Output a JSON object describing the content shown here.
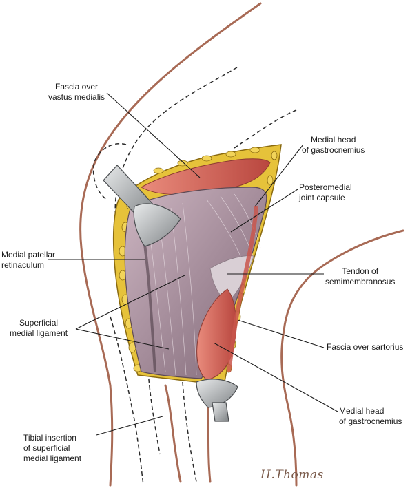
{
  "labels": {
    "fascia_vastus_medialis": [
      "Fascia over",
      "vastus medialis"
    ],
    "medial_head_gastrocnemius_top": [
      "Medial head",
      "of gastrocnemius"
    ],
    "posteromedial_capsule": [
      "Posteromedial",
      "joint capsule"
    ],
    "medial_patellar_retinaculum": [
      "Medial patellar",
      "retinaculum"
    ],
    "tendon_semimembranosus": [
      "Tendon of",
      "semimembranosus"
    ],
    "superficial_medial_ligament": [
      "Superficial",
      "medial ligament"
    ],
    "fascia_sartorius": [
      "Fascia over sartorius"
    ],
    "medial_head_gastrocnemius_bottom": [
      "Medial head",
      "of gastrocnemius"
    ],
    "tibial_insertion": [
      "Tibial insertion",
      "of superficial",
      "medial ligament"
    ]
  },
  "signature": "H.Thomas",
  "colors": {
    "skin_outline": "#a86a55",
    "fat_yellow": "#e6c23a",
    "fat_edge": "#8a6a10",
    "capsule_mauve": "#b39aa6",
    "capsule_dark": "#6f5b66",
    "muscle_red": "#d4695e",
    "retractor_gray": "#a8abae",
    "leader_line": "#1a1a1a"
  }
}
